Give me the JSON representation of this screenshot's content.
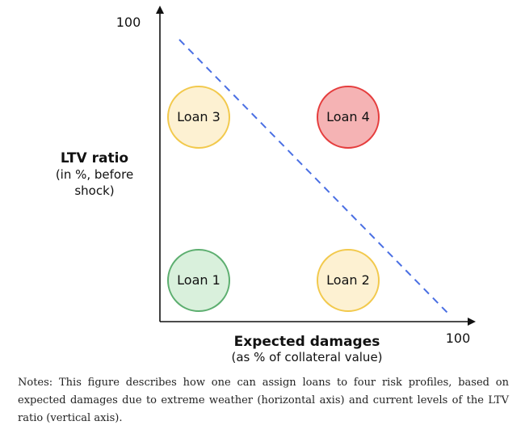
{
  "axes": {
    "y_max_label": "100",
    "x_max_label": "100",
    "y_title": "LTV ratio",
    "y_subtitle_line1": "(in %, before",
    "y_subtitle_line2": "shock)",
    "x_title": "Expected damages",
    "x_subtitle": "(as % of collateral value)"
  },
  "loans": [
    {
      "label": "Loan 1",
      "fill": "#d9f0dc",
      "stroke": "#5cae6f"
    },
    {
      "label": "Loan 2",
      "fill": "#fdf1d2",
      "stroke": "#f2c94c"
    },
    {
      "label": "Loan 3",
      "fill": "#fdf1d2",
      "stroke": "#f2c94c"
    },
    {
      "label": "Loan 4",
      "fill": "#f5b3b4",
      "stroke": "#e53d3d"
    }
  ],
  "colors": {
    "axis": "#111111",
    "threshold_line": "#4a6fe3"
  },
  "notes": "Notes: This figure describes how one can assign loans to four risk profiles, based on expected damages due to extreme weather (horizontal axis) and current levels of the LTV ratio (vertical axis)."
}
